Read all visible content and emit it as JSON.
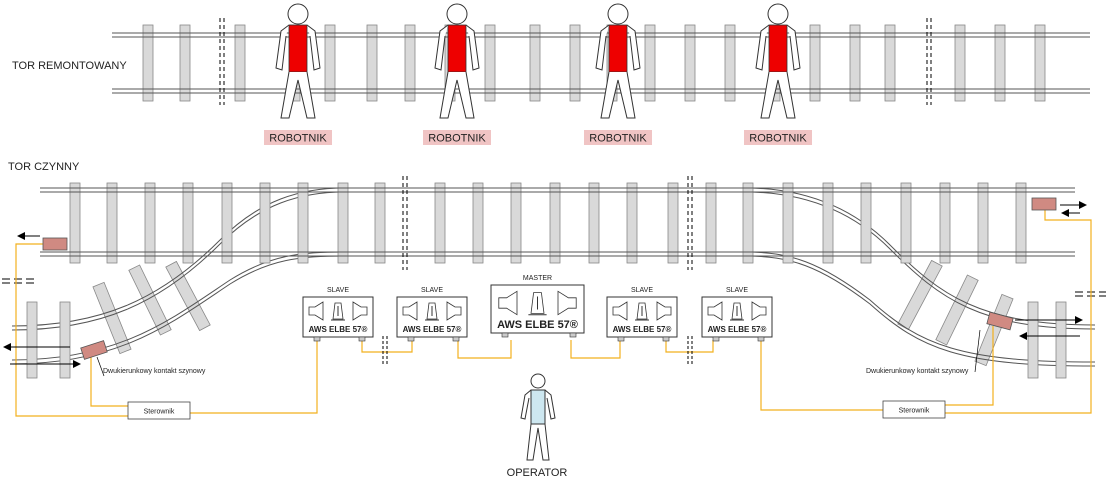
{
  "labels": {
    "repair_track": "TOR REMONTOWANY",
    "active_track": "TOR CZYNNY",
    "operator": "OPERATOR",
    "contact_left": "Dwukierunkowy kontakt szynowy",
    "contact_right": "Dwukierunkowy kontakt szynowy",
    "controller_left": "Sterownik",
    "controller_right": "Sterownik"
  },
  "workers": [
    {
      "label": "ROBOTNIK"
    },
    {
      "label": "ROBOTNIK"
    },
    {
      "label": "ROBOTNIK"
    },
    {
      "label": "ROBOTNIK"
    }
  ],
  "devices": [
    {
      "role": "SLAVE",
      "model": "AWS ELBE 57®"
    },
    {
      "role": "SLAVE",
      "model": "AWS ELBE 57®"
    },
    {
      "role": "MASTER",
      "model": "AWS ELBE 57®"
    },
    {
      "role": "SLAVE",
      "model": "AWS ELBE 57®"
    },
    {
      "role": "SLAVE",
      "model": "AWS ELBE 57®"
    }
  ],
  "colors": {
    "wire": "#f2b01e",
    "vest": "#ee0000",
    "label_bg": "#f0c4c4",
    "contact": "#d08a82",
    "sleeper": "#d9d9d9"
  }
}
